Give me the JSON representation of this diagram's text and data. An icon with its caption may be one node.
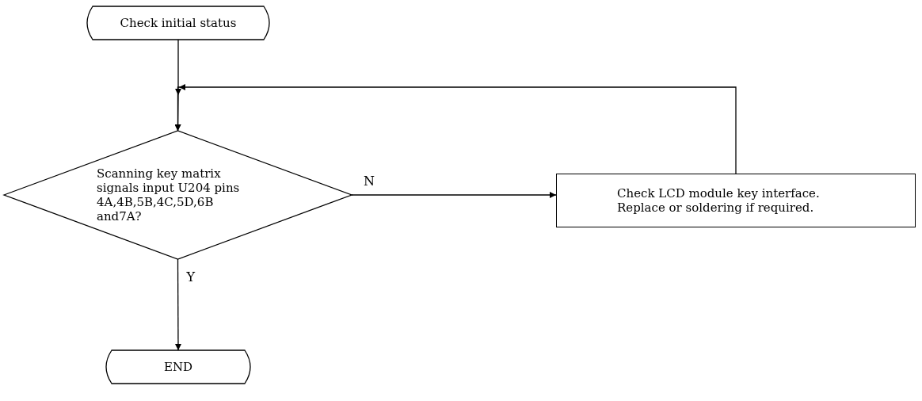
{
  "diagram": {
    "nodes": [
      {
        "text": [
          "Check initial status"
        ]
      },
      {
        "text": [
          "Scanning key matrix signals input U204 pins 4A,4B,5B,4C,5D,6B and7A?"
        ]
      },
      {
        "text": [
          "Check LCD module key interface. Replace or soldering if required."
        ]
      },
      {
        "text": [
          "END"
        ]
      }
    ],
    "edges": [
      {
        "from": 0,
        "to": 1,
        "arrow": "to"
      },
      {
        "from": 1,
        "to": 2,
        "arrow": "to",
        "label": "N"
      },
      {
        "from": 2,
        "to": 1,
        "arrow": "to"
      },
      {
        "from": 1,
        "to": 3,
        "arrow": "to",
        "label": "Y"
      }
    ]
  }
}
